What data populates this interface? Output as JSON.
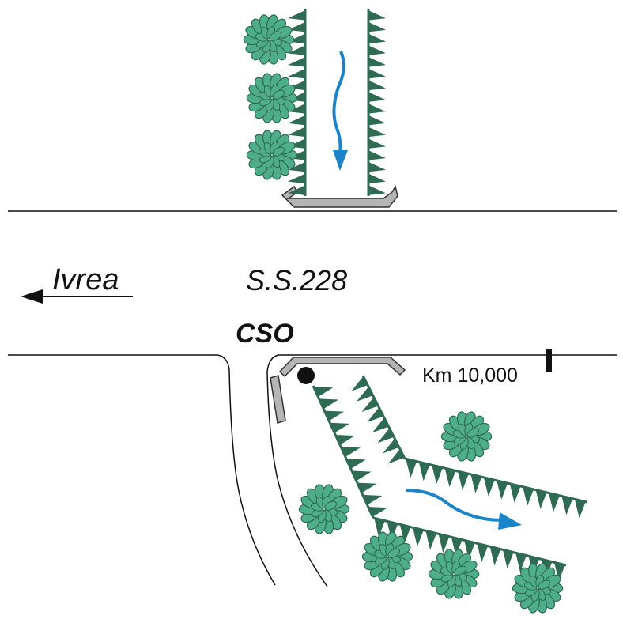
{
  "labels": {
    "direction": "Ivrea",
    "road": "S.S.228",
    "station": "CSO",
    "kilometer": "Km 10,000"
  },
  "colors": {
    "vegetation": "#4fae8a",
    "vegetation_dark": "#2f6a52",
    "bank_line": "#2f6a52",
    "flow_arrow": "#1b84c9",
    "culvert_fill": "#b5b5b5",
    "line": "#111111"
  },
  "icons": [
    "flow-arrow-icon",
    "tree-icon",
    "culvert-icon",
    "monitoring-station-icon",
    "kilometer-marker-icon",
    "direction-arrow-icon"
  ]
}
